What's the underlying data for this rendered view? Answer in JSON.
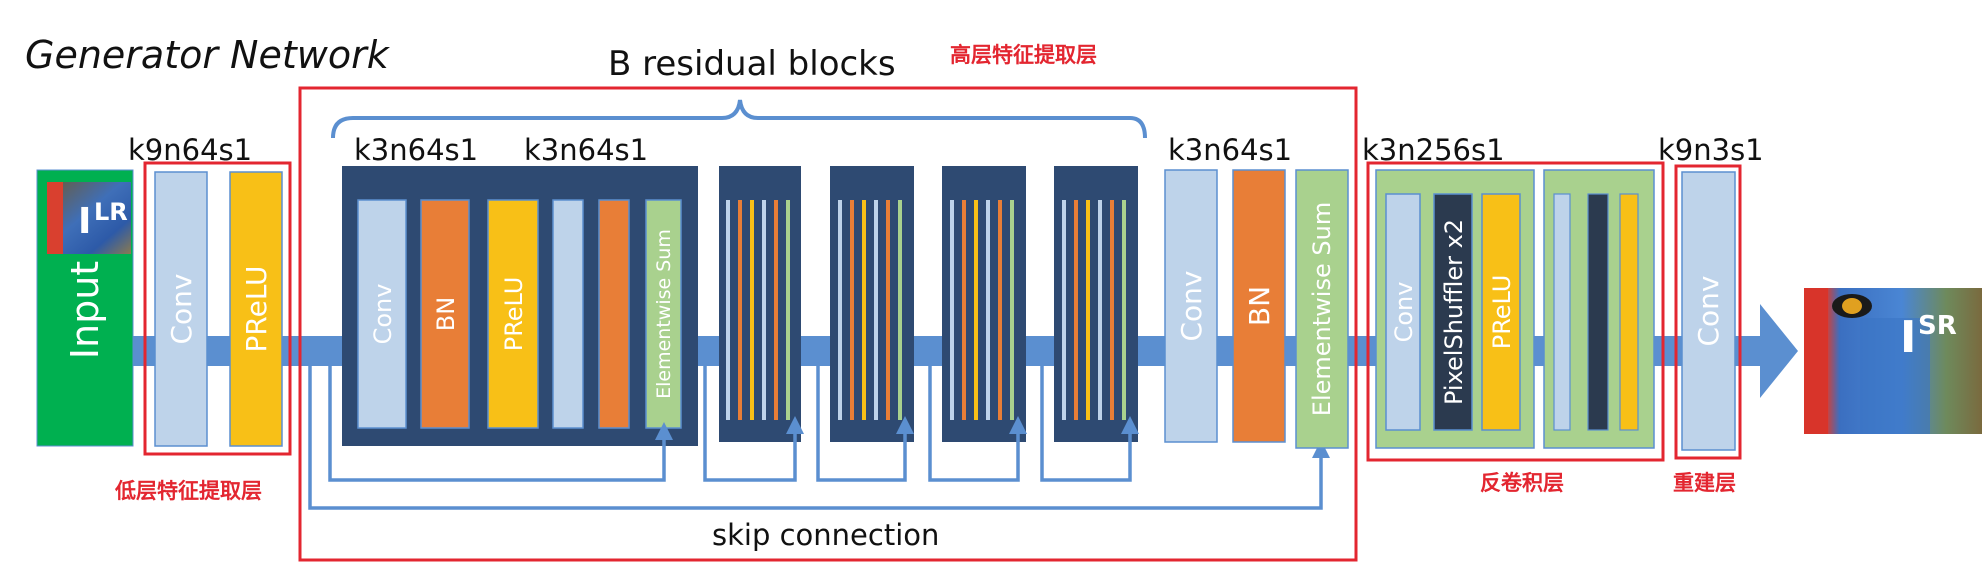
{
  "title": "Generator Network",
  "residual_header": "B residual blocks",
  "skip_label": "skip connection",
  "colors": {
    "conv": "#bed3ea",
    "bn": "#e87e37",
    "prelu": "#f8c017",
    "sum": "#a9d18e",
    "input": "#00b050",
    "block_bg": "#2e4a72",
    "arrow": "#5b8fd0",
    "red": "#e32630",
    "pixshuffle": "#2b3a4f",
    "deconv_bg": "#a9d18e"
  },
  "input": {
    "label": "Input",
    "tag": "I",
    "tag_sup": "LR"
  },
  "output": {
    "tag": "I",
    "tag_sup": "SR"
  },
  "stage1": {
    "code": "k9n64s1",
    "conv": "Conv",
    "prelu": "PReLU",
    "cn_label": "低层特征提取层"
  },
  "res_block": {
    "code1": "k3n64s1",
    "code2": "k3n64s1",
    "conv": "Conv",
    "bn": "BN",
    "prelu": "PReLU",
    "sum": "Elementwise Sum",
    "cn_label": "高层特征提取层"
  },
  "post": {
    "code": "k3n64s1",
    "conv": "Conv",
    "bn": "BN",
    "sum": "Elementwise Sum"
  },
  "deconv": {
    "code": "k3n256s1",
    "conv": "Conv",
    "shuffler": "PixelShuffler x2",
    "prelu": "PReLU",
    "cn_label": "反卷积层"
  },
  "recon": {
    "code": "k9n3s1",
    "conv": "Conv",
    "cn_label": "重建层"
  }
}
